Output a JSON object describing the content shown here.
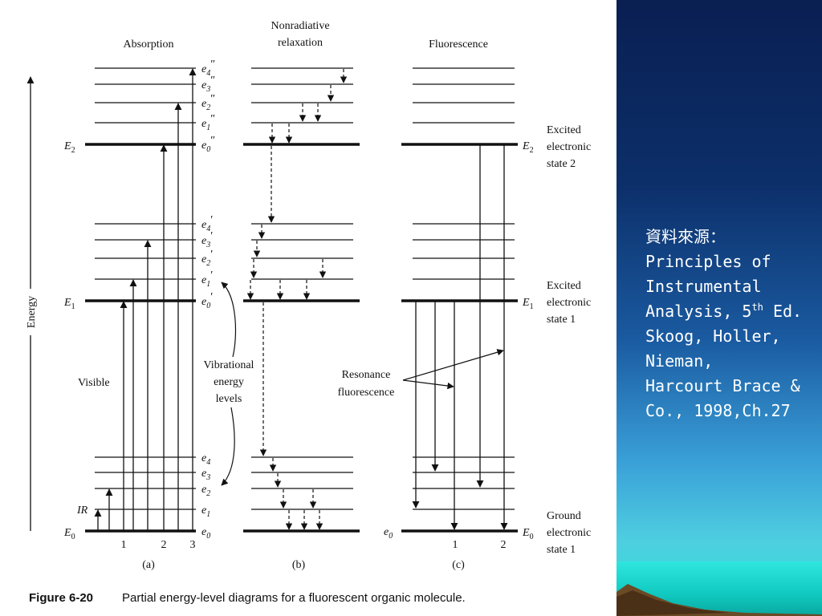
{
  "figure": {
    "titles": {
      "absorption": "Absorption",
      "nonradiative_1": "Nonradiative",
      "nonradiative_2": "relaxation",
      "fluorescence": "Fluorescence"
    },
    "axis_label": "Energy",
    "state_labels": {
      "E2": "E",
      "E2_sub": "2",
      "E1": "E",
      "E1_sub": "1",
      "E0": "E",
      "E0_sub": "0",
      "IR": "IR",
      "visible": "Visible"
    },
    "level_labels": {
      "e4pp": "e",
      "e4pp_sub": "4",
      "e4pp_mark": "″",
      "e3pp": "e",
      "e3pp_sub": "3",
      "e3pp_mark": "″",
      "e2pp": "e",
      "e2pp_sub": "2",
      "e2pp_mark": "″",
      "e1pp": "e",
      "e1pp_sub": "1",
      "e1pp_mark": "″",
      "e0pp": "e",
      "e0pp_sub": "0",
      "e0pp_mark": "″",
      "e4p": "e",
      "e4p_sub": "4",
      "e4p_mark": "′",
      "e3p": "e",
      "e3p_sub": "3",
      "e3p_mark": "′",
      "e2p": "e",
      "e2p_sub": "2",
      "e2p_mark": "′",
      "e1p": "e",
      "e1p_sub": "1",
      "e1p_mark": "′",
      "e0p": "e",
      "e0p_sub": "0",
      "e0p_mark": "′",
      "e4": "e",
      "e4_sub": "4",
      "e3": "e",
      "e3_sub": "3",
      "e2": "e",
      "e2_sub": "2",
      "e1": "e",
      "e1_sub": "1",
      "e0": "e",
      "e0_sub": "0",
      "c_e0": "e",
      "c_e0_sub": "0"
    },
    "vibrational": [
      "Vibrational",
      "energy",
      "levels"
    ],
    "resonance": [
      "Resonance",
      "fluorescence"
    ],
    "right_E2": "E",
    "right_E2_sub": "2",
    "right_E1": "E",
    "right_E1_sub": "1",
    "right_E0": "E",
    "right_E0_sub": "0",
    "state_descriptions": {
      "excited2": [
        "Excited",
        "electronic",
        "state 2"
      ],
      "excited1": [
        "Excited",
        "electronic",
        "state 1"
      ],
      "ground": [
        "Ground",
        "electronic",
        "state 1"
      ]
    },
    "transition_numbers_a": [
      "1",
      "2",
      "3"
    ],
    "transition_numbers_c": [
      "1",
      "2"
    ],
    "panel_labels": [
      "(a)",
      "(b)",
      "(c)"
    ],
    "caption_bold": "Figure 6-20",
    "caption_text": "Partial energy-level diagrams for a fluorescent organic molecule."
  },
  "source_note": {
    "line1": "資料來源：",
    "line2": "Principles of",
    "line3": "Instrumental",
    "line4_pre": "Analysis, 5",
    "line4_sup": "th",
    "line4_post": " Ed.",
    "line5": "Skoog, Holler,",
    "line6": "Nieman,",
    "line7": "Harcourt Brace &",
    "line8": "Co., 1998,Ch.27"
  }
}
